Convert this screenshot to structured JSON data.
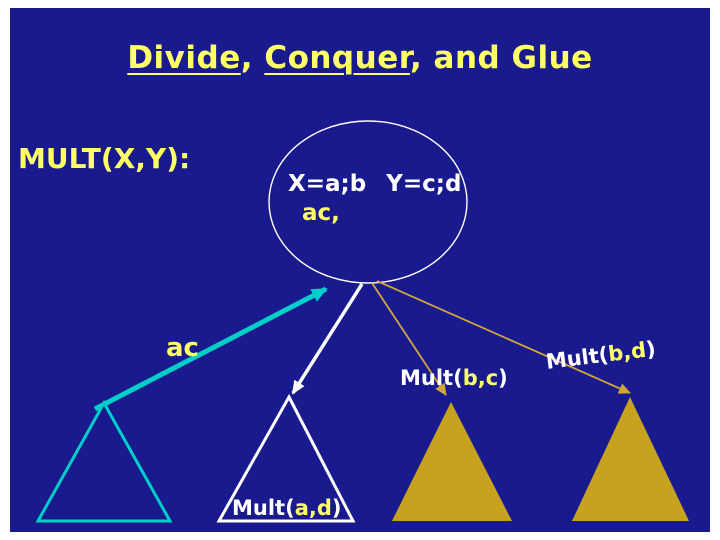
{
  "colors": {
    "page": "#FFFFFF",
    "slide": "#1A1A8F",
    "yellow": "#FFFF66",
    "white": "#FFFFFF",
    "cyan": "#00CEC8",
    "gold": "#C7A21F",
    "gold_arrow": "#CFA63B"
  },
  "title": {
    "word1": "Divide",
    "sep1": ", ",
    "word2": "Conquer",
    "sep2": ", and Glue"
  },
  "mult_label": "MULT(X,Y):",
  "ellipse": {
    "line1a": "X=a;b",
    "line1b": "Y=c;d",
    "line2": "ac,"
  },
  "labels": {
    "ac": "ac",
    "mult_bc_prefix": "Mult(",
    "mult_bc_args": "b,c",
    "mult_bc_suffix": ")",
    "mult_bd_prefix": "Mult(",
    "mult_bd_args": "b,d",
    "mult_bd_suffix": ")",
    "mult_ad_prefix": "Mult(",
    "mult_ad_args": "a,d",
    "mult_ad_suffix": ")"
  }
}
